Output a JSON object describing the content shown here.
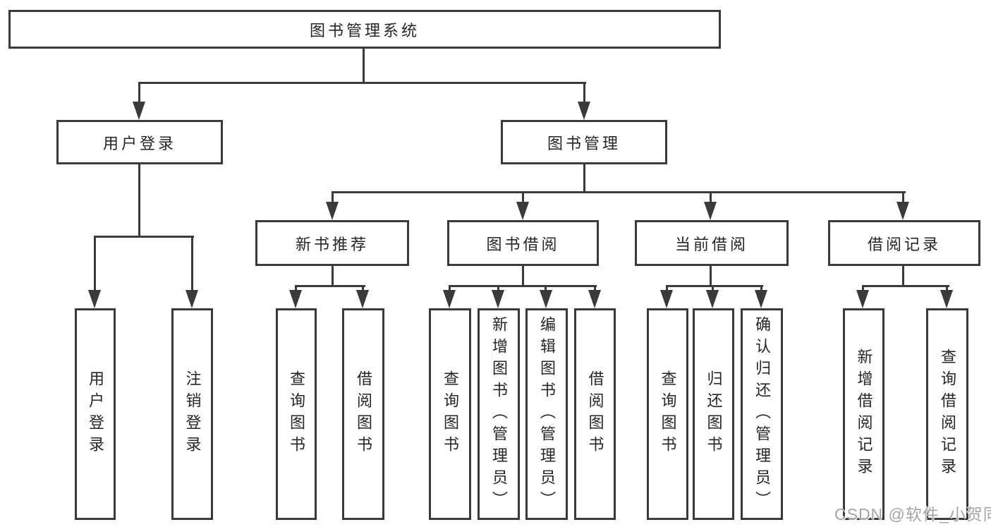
{
  "colors": {
    "line": "#3a3a3a",
    "text": "#262626",
    "background": "#ffffff",
    "watermark": "#a9a3a3"
  },
  "nodes": {
    "root": {
      "label": "图书管理系统"
    },
    "user_login": {
      "label": "用户登录",
      "children": [
        {
          "label": "用户登录"
        },
        {
          "label": "注销登录"
        }
      ]
    },
    "book_management": {
      "label": "图书管理",
      "sections": [
        {
          "label": "新书推荐",
          "children": [
            {
              "label": "查询图书"
            },
            {
              "label": "借阅图书"
            }
          ]
        },
        {
          "label": "图书借阅",
          "children": [
            {
              "label": "查询图书"
            },
            {
              "label": "新增图书（管理员）"
            },
            {
              "label": "编辑图书（管理员）"
            },
            {
              "label": "借阅图书"
            }
          ]
        },
        {
          "label": "当前借阅",
          "children": [
            {
              "label": "查询图书"
            },
            {
              "label": "归还图书"
            },
            {
              "label": "确认归还（管理员）"
            }
          ]
        },
        {
          "label": "借阅记录",
          "children": [
            {
              "label": "新增借阅记录"
            },
            {
              "label": "查询借阅记录"
            }
          ]
        }
      ]
    }
  },
  "watermark": {
    "text": "CSDN @软件_小贺同学"
  }
}
